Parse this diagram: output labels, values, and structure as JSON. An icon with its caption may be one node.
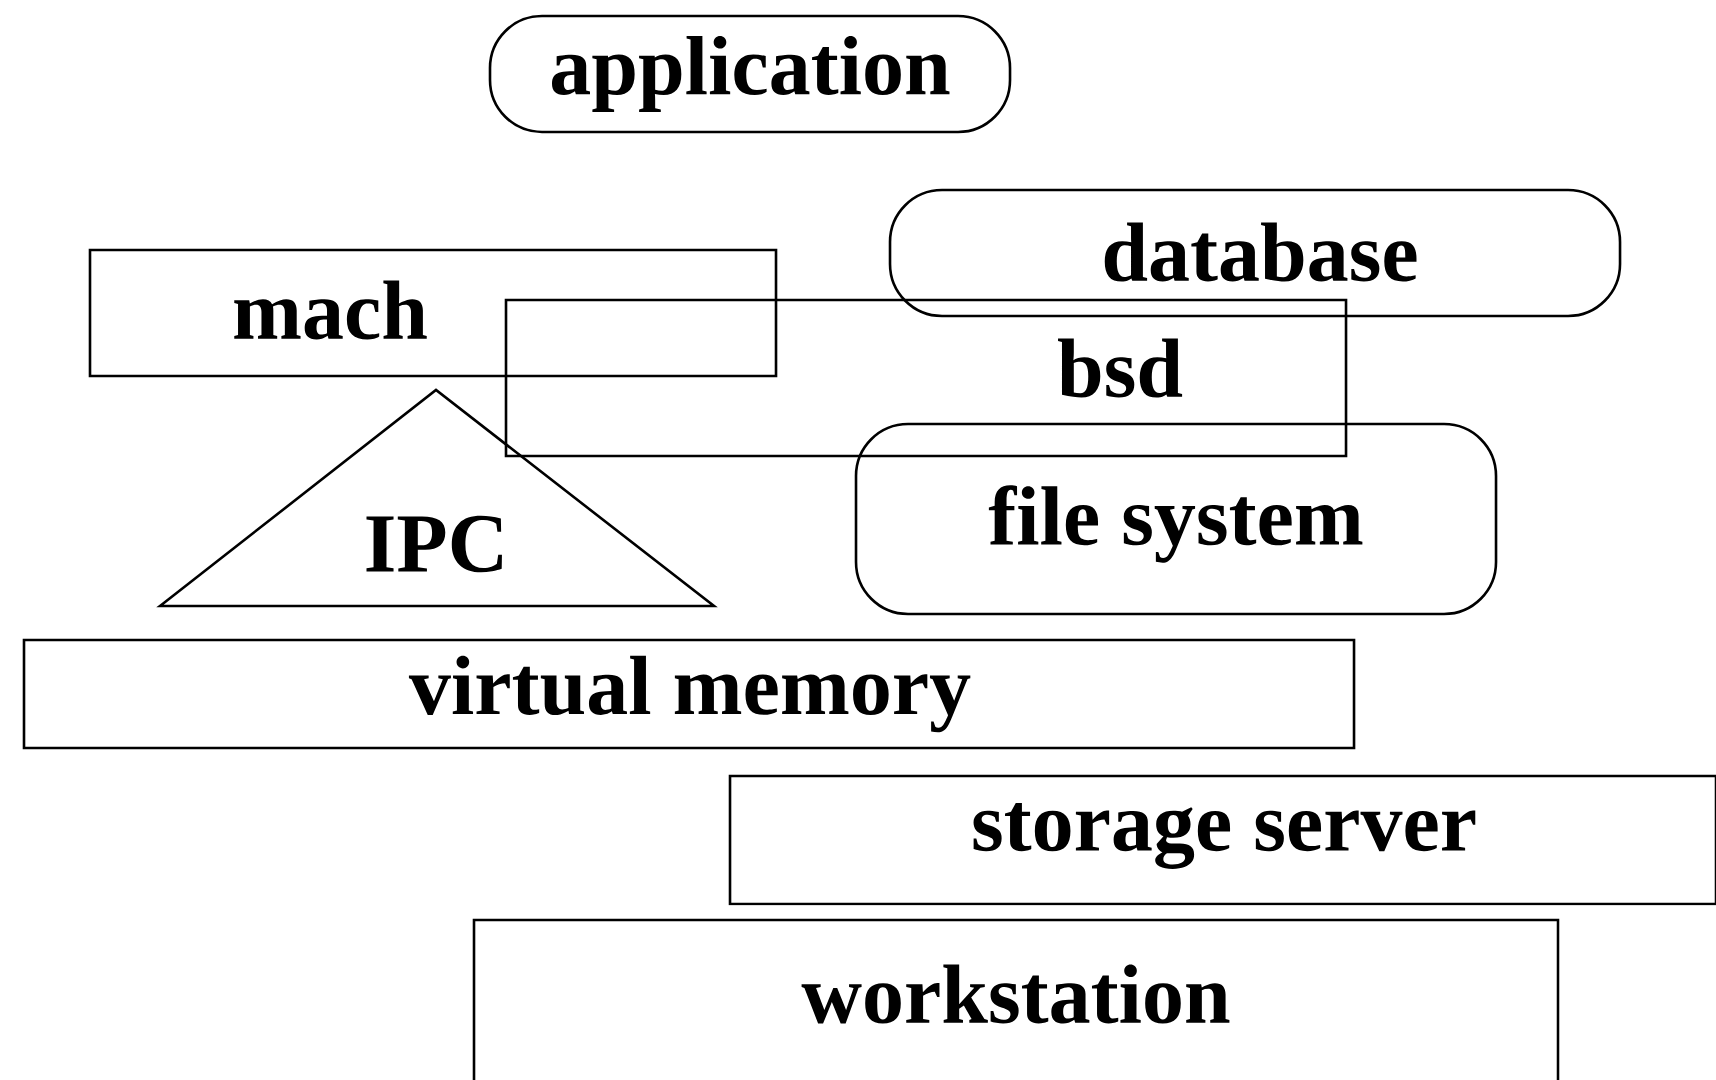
{
  "diagram": {
    "nodes": [
      {
        "text": [
          "application"
        ]
      },
      {
        "text": [
          "database"
        ]
      },
      {
        "text": [
          "mach"
        ]
      },
      {
        "text": [
          "bsd"
        ]
      },
      {
        "text": [
          "IPC"
        ]
      },
      {
        "text": [
          "file system"
        ]
      },
      {
        "text": [
          "virtual memory"
        ]
      },
      {
        "text": [
          "storage server"
        ]
      },
      {
        "text": [
          "workstation"
        ]
      }
    ]
  }
}
